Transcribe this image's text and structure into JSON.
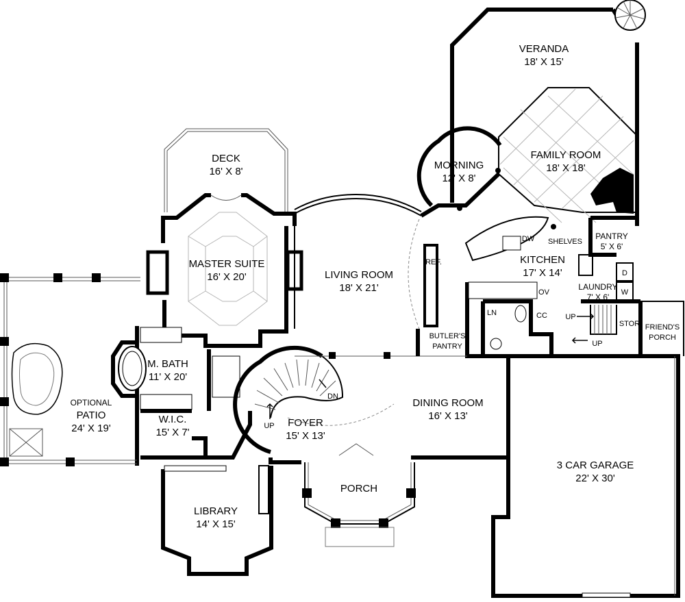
{
  "rooms": [
    {
      "id": "veranda",
      "name": "VERANDA",
      "size": "18' X 15'"
    },
    {
      "id": "deck",
      "name": "DECK",
      "size": "16' X 8'"
    },
    {
      "id": "morning",
      "name": "MORNING",
      "size": "12' X 8'"
    },
    {
      "id": "family_room",
      "name": "FAMILY ROOM",
      "size": "18' X 18'"
    },
    {
      "id": "master_suite",
      "name": "MASTER SUITE",
      "size": "16' X 20'"
    },
    {
      "id": "living_room",
      "name": "LIVING ROOM",
      "size": "18' X 21'"
    },
    {
      "id": "kitchen",
      "name": "KITCHEN",
      "size": "17' X 14'"
    },
    {
      "id": "pantry",
      "name": "PANTRY",
      "size": "5' X 6'"
    },
    {
      "id": "laundry",
      "name": "LAUNDRY",
      "size": "7' X 6'"
    },
    {
      "id": "m_bath",
      "name": "M. BATH",
      "size": "11' X 20'"
    },
    {
      "id": "optional_patio",
      "name": "OPTIONAL",
      "name2": "PATIO",
      "size": "24' X 19'"
    },
    {
      "id": "wic",
      "name": "W.I.C.",
      "size": "15' X 7'"
    },
    {
      "id": "foyer",
      "name": "FOYER",
      "size": "15' X 13'"
    },
    {
      "id": "dining_room",
      "name": "DINING ROOM",
      "size": "16' X 13'"
    },
    {
      "id": "garage",
      "name": "3 CAR GARAGE",
      "size": "22' X 30'"
    },
    {
      "id": "porch",
      "name": "PORCH"
    },
    {
      "id": "library",
      "name": "LIBRARY",
      "size": "14' X 15'"
    }
  ],
  "labels": {
    "dw": "DW",
    "shelves": "SHELVES",
    "ref": "REF.",
    "ov": "OV",
    "cc": "CC",
    "ln": "LN",
    "butlers_1": "BUTLER'S",
    "butlers_2": "PANTRY",
    "d": "D",
    "w": "W",
    "stor": "STOR",
    "friends_1": "FRIEND'S",
    "friends_2": "PORCH",
    "up_kitchen": "UP",
    "up_garage": "UP",
    "up_stair": "UP",
    "dn_stair": "DN"
  }
}
